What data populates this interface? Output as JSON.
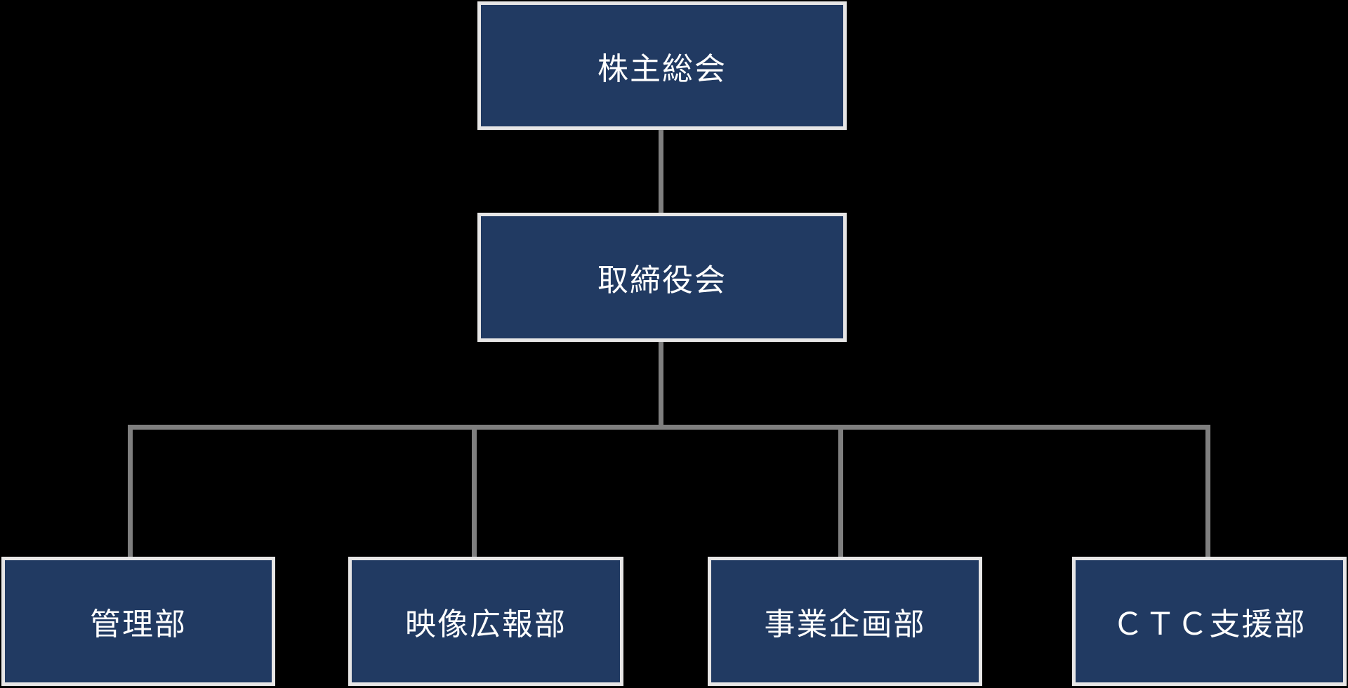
{
  "diagram": {
    "type": "org-chart",
    "background": "#000000",
    "nodes": {
      "top": {
        "label": "株主総会"
      },
      "middle": {
        "label": "取締役会"
      },
      "departments": [
        {
          "label": "管理部"
        },
        {
          "label": "映像広報部"
        },
        {
          "label": "事業企画部"
        },
        {
          "label": "ＣＴＣ支援部"
        }
      ]
    },
    "hierarchy": [
      {
        "from": "株主総会",
        "to": "取締役会"
      },
      {
        "from": "取締役会",
        "to": "管理部"
      },
      {
        "from": "取締役会",
        "to": "映像広報部"
      },
      {
        "from": "取締役会",
        "to": "事業企画部"
      },
      {
        "from": "取締役会",
        "to": "ＣＴＣ支援部"
      }
    ],
    "colors": {
      "box_fill": "#213A62",
      "box_border": "#E7E6E6",
      "connector": "#7F7F7F",
      "text": "#FFFFFF"
    }
  }
}
